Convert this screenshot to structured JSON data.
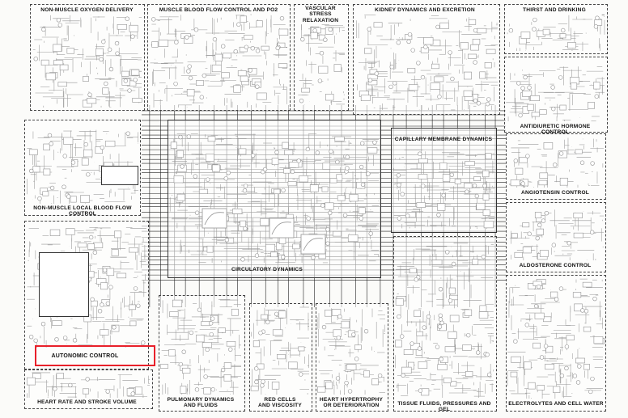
{
  "diagram": {
    "blocks": [
      {
        "id": "non_muscle_oxygen_delivery",
        "label": "NON-MUSCLE OXYGEN DELIVERY"
      },
      {
        "id": "muscle_blood_flow",
        "label": "MUSCLE BLOOD FLOW CONTROL AND PO2"
      },
      {
        "id": "vascular_stress",
        "label": "VASCULAR\nSTRESS\nRELAXATION"
      },
      {
        "id": "kidney",
        "label": "KIDNEY DYNAMICS AND EXCRETION"
      },
      {
        "id": "thirst",
        "label": "THIRST AND DRINKING"
      },
      {
        "id": "adh",
        "label": "ANTIDIURETIC HORMONE CONTROL"
      },
      {
        "id": "non_muscle_local",
        "label": "NON-MUSCLE LOCAL BLOOD FLOW CONTROL"
      },
      {
        "id": "capillary",
        "label": "CAPILLARY MEMBRANE DYNAMICS"
      },
      {
        "id": "circulatory",
        "label": "CIRCULATORY DYNAMICS"
      },
      {
        "id": "angiotensin",
        "label": "ANGIOTENSIN CONTROL"
      },
      {
        "id": "aldosterone",
        "label": "ALDOSTERONE CONTROL"
      },
      {
        "id": "autonomic",
        "label": "AUTONOMIC CONTROL"
      },
      {
        "id": "heart_rate",
        "label": "HEART RATE AND STROKE VOLUME"
      },
      {
        "id": "pulmonary",
        "label": "PULMONARY DYNAMICS\nAND FLUIDS"
      },
      {
        "id": "red_cells",
        "label": "RED CELLS\nAND VISCOSITY"
      },
      {
        "id": "heart_hypertrophy",
        "label": "HEART HYPERTROPHY\nOR DETERIORATION"
      },
      {
        "id": "tissue_fluids",
        "label": "TISSUE FLUIDS, PRESSURES AND GEL"
      },
      {
        "id": "electrolytes",
        "label": "ELECTROLYTES AND CELL WATER"
      }
    ],
    "highlight_color": "#e8202a"
  }
}
